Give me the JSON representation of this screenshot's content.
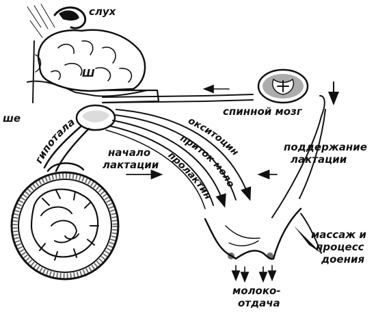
{
  "labels": {
    "hearing": "слух",
    "spinal_cord": "спинной мозг",
    "oxytocin": "окситоцин",
    "milk_letdown": "приток молока",
    "prolactin": "пролактин",
    "lactation_start_1": "начало",
    "lactation_start_2": "лактации",
    "lactation_maintenance_1": "поддержание",
    "lactation_maintenance_2": "лактации",
    "massage_1": "массаж и",
    "massage_2": "процесс",
    "massage_3": "доения",
    "milk_release_1": "молоко-",
    "milk_release_2": "отдача",
    "left_fragment": "ше",
    "stalk_fragment": "гипоталамус",
    "brain_mark": "Ш"
  }
}
